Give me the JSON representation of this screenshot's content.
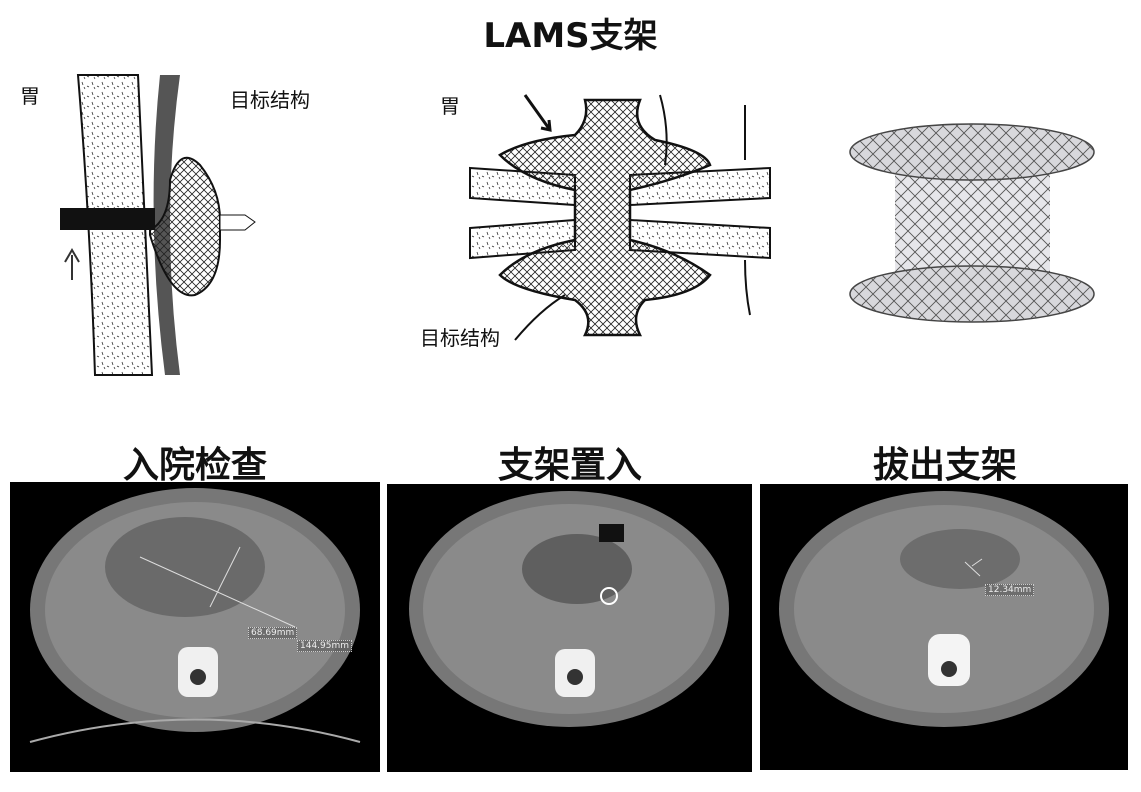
{
  "title": "LAMS支架",
  "diagram_left": {
    "stomach_label": "胃",
    "target_label": "目标结构"
  },
  "diagram_middle": {
    "stomach_label": "胃",
    "target_label": "目标结构"
  },
  "panels": [
    {
      "caption": "入院检查",
      "measurements": [
        "68.69mm",
        "144.95mm"
      ]
    },
    {
      "caption": "支架置入",
      "measurements": []
    },
    {
      "caption": "拔出支架",
      "measurements": [
        "12.34mm"
      ]
    }
  ]
}
